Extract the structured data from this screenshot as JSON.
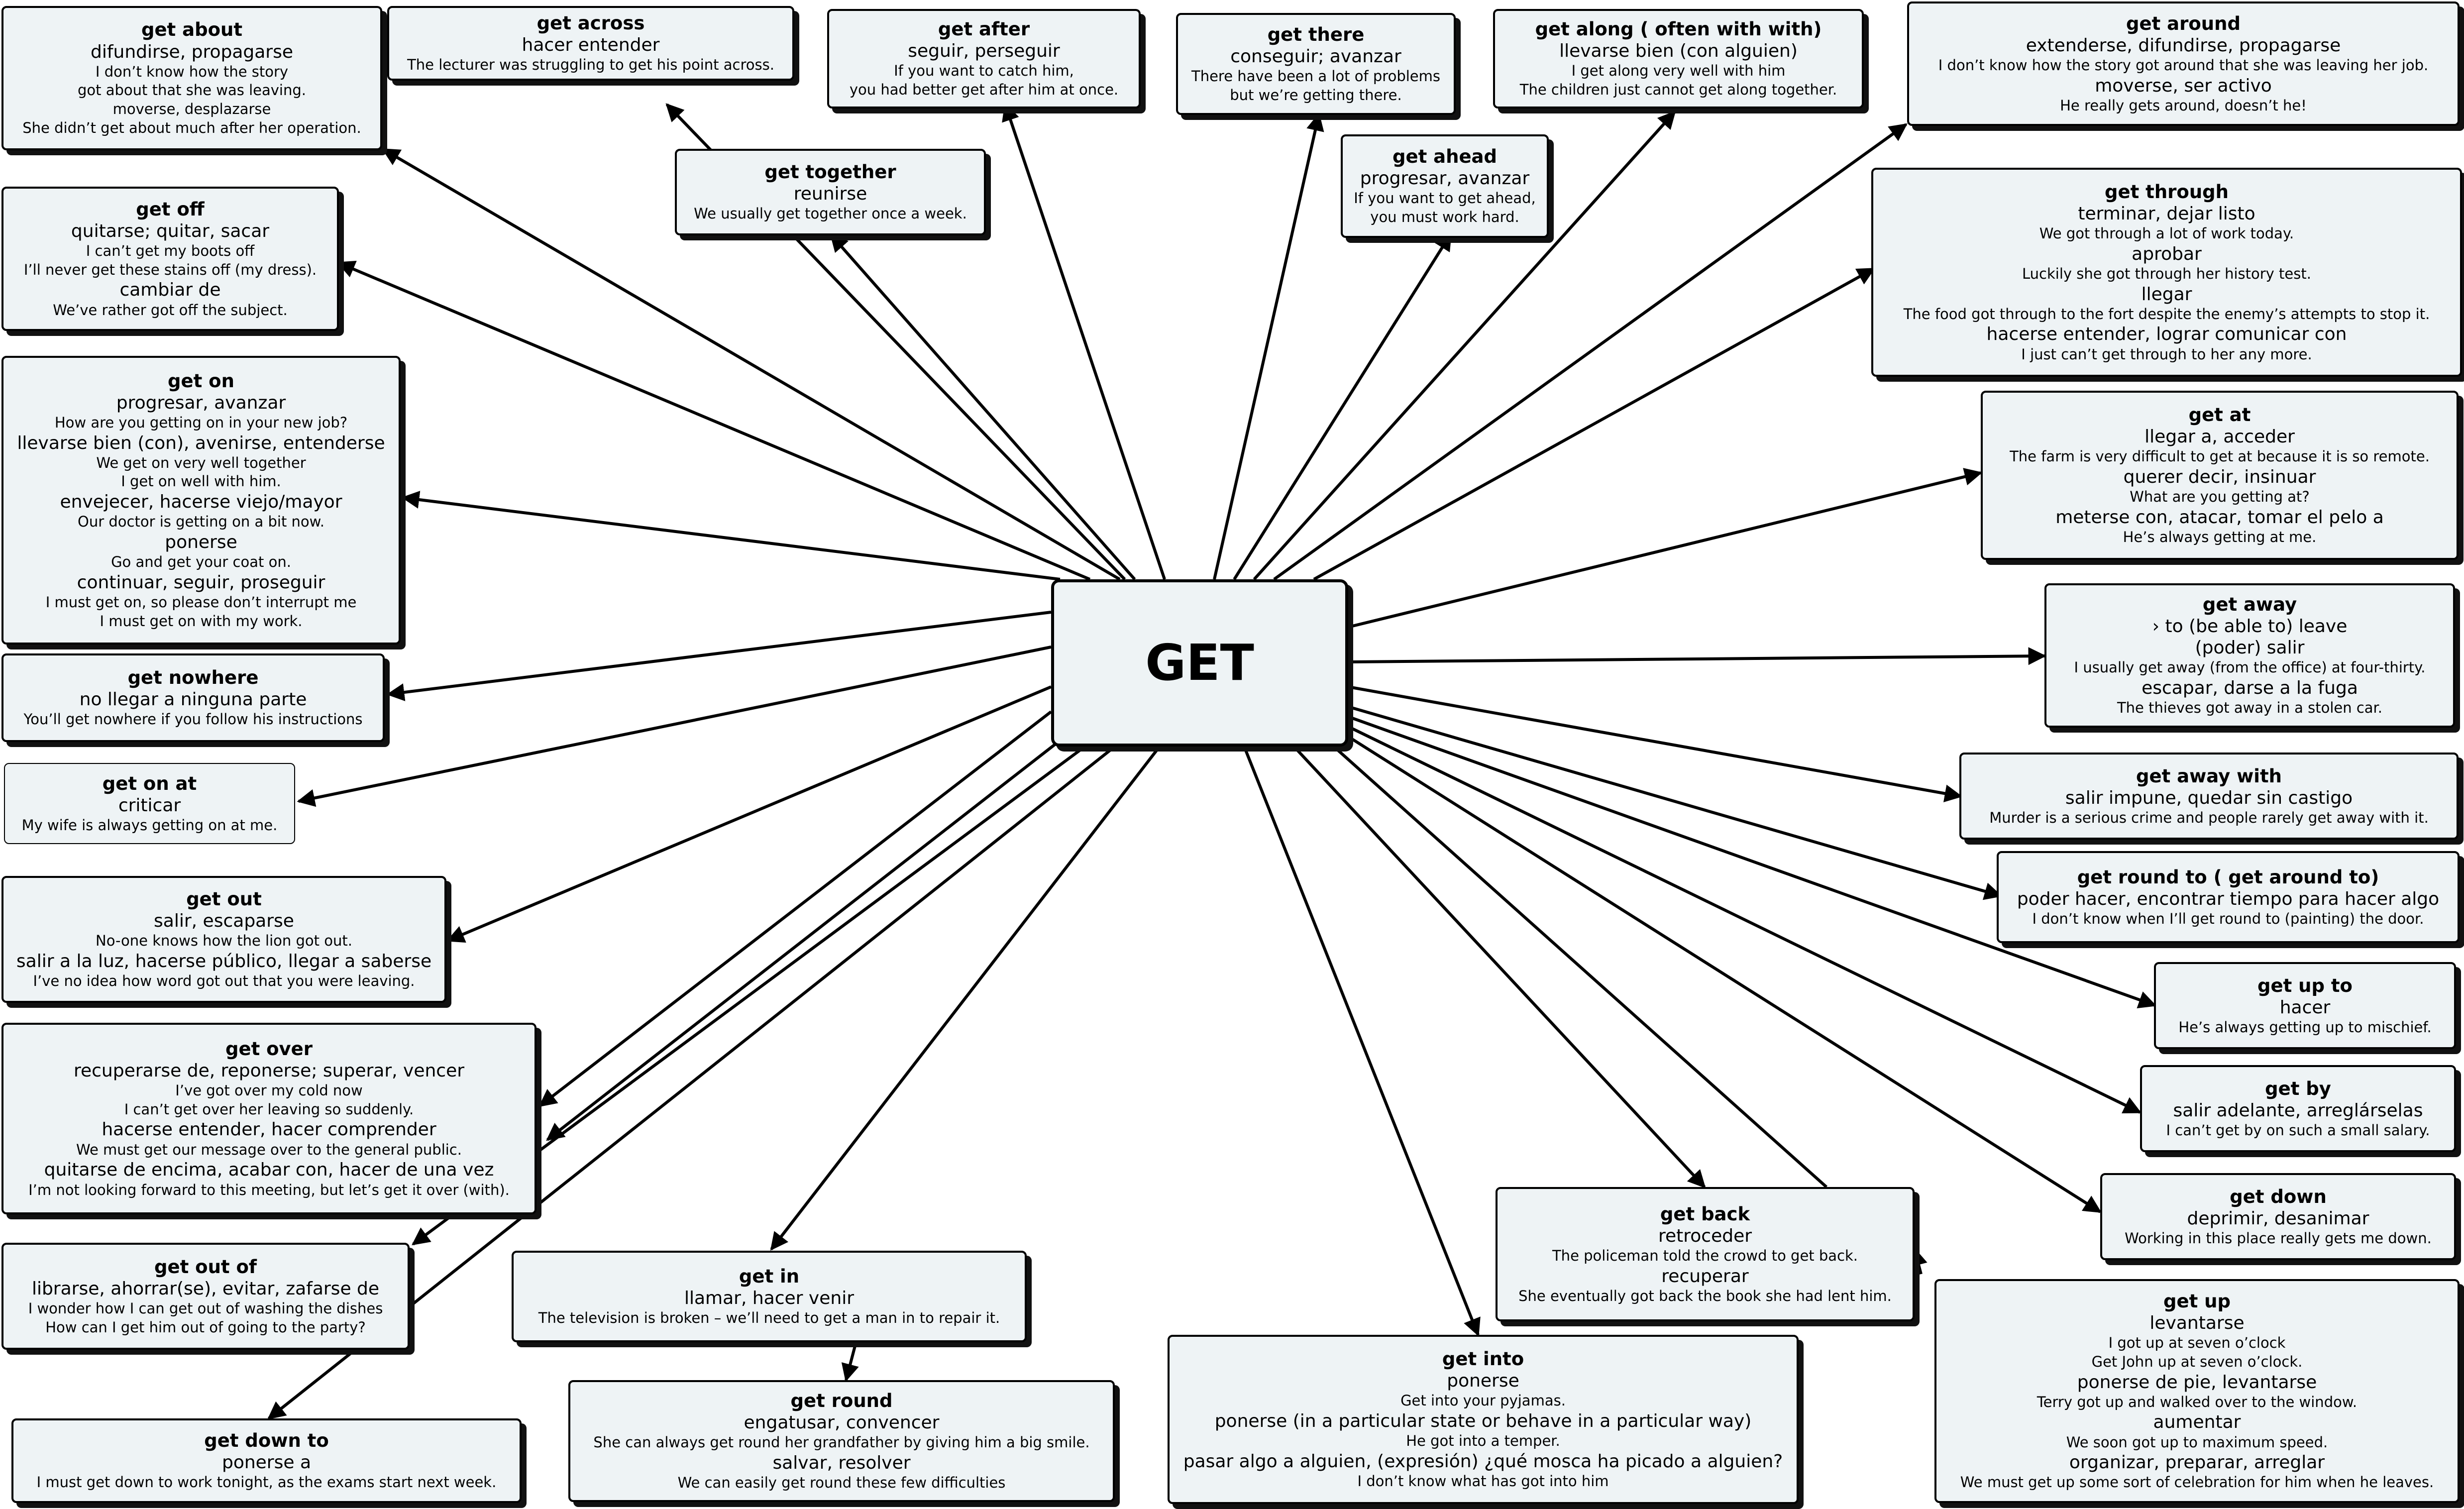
{
  "center": {
    "title": "GET"
  },
  "nodes": [
    {
      "id": "get-about",
      "title": "get about",
      "lines": [
        {
          "k": "m",
          "t": "difundirse, propagarse"
        },
        {
          "k": "e",
          "t": "I don’t know how the story"
        },
        {
          "k": "e",
          "t": "got about that she was leaving."
        },
        {
          "k": "e",
          "t": "moverse, desplazarse"
        },
        {
          "k": "e",
          "t": "She didn’t get about much after her operation."
        }
      ]
    },
    {
      "id": "get-across",
      "title": "get across",
      "lines": [
        {
          "k": "m",
          "t": "hacer entender"
        },
        {
          "k": "e",
          "t": "The lecturer was struggling to get his point across."
        }
      ]
    },
    {
      "id": "get-after",
      "title": "get after",
      "lines": [
        {
          "k": "m",
          "t": "seguir, perseguir"
        },
        {
          "k": "e",
          "t": "If you want to catch him,"
        },
        {
          "k": "e",
          "t": "you had better get after him at once."
        }
      ]
    },
    {
      "id": "get-there",
      "title": "get there",
      "lines": [
        {
          "k": "m",
          "t": "conseguir; avanzar"
        },
        {
          "k": "e",
          "t": "There have been a lot of problems"
        },
        {
          "k": "e",
          "t": "but we’re getting there."
        }
      ]
    },
    {
      "id": "get-along",
      "title": "get along ( often with with)",
      "lines": [
        {
          "k": "m",
          "t": "llevarse bien (con alguien)"
        },
        {
          "k": "e",
          "t": "I get along very well with him"
        },
        {
          "k": "e",
          "t": "The children just cannot get along together."
        }
      ]
    },
    {
      "id": "get-around",
      "title": "get around",
      "lines": [
        {
          "k": "m",
          "t": "extenderse, difundirse, propagarse"
        },
        {
          "k": "e",
          "t": "I don’t know how the story got around that she was leaving her job."
        },
        {
          "k": "m",
          "t": "moverse, ser activo"
        },
        {
          "k": "e",
          "t": "He really gets around, doesn’t he!"
        }
      ]
    },
    {
      "id": "get-together",
      "title": "get together",
      "lines": [
        {
          "k": "m",
          "t": "reunirse"
        },
        {
          "k": "e",
          "t": "We usually get together once a week."
        }
      ]
    },
    {
      "id": "get-ahead",
      "title": "get ahead",
      "lines": [
        {
          "k": "m",
          "t": "progresar, avanzar"
        },
        {
          "k": "e",
          "t": "If you want to get ahead,"
        },
        {
          "k": "e",
          "t": "you must work hard."
        }
      ]
    },
    {
      "id": "get-off",
      "title": "get off",
      "lines": [
        {
          "k": "m",
          "t": "quitarse; quitar, sacar"
        },
        {
          "k": "e",
          "t": "I can’t get my boots off"
        },
        {
          "k": "e",
          "t": "I’ll never get these stains off (my dress)."
        },
        {
          "k": "m",
          "t": "cambiar de"
        },
        {
          "k": "e",
          "t": "We’ve rather got off the subject."
        }
      ]
    },
    {
      "id": "get-through",
      "title": "get through",
      "lines": [
        {
          "k": "m",
          "t": "terminar, dejar listo"
        },
        {
          "k": "e",
          "t": "We got through a lot of work today."
        },
        {
          "k": "m",
          "t": "aprobar"
        },
        {
          "k": "e",
          "t": "Luckily she got through her history test."
        },
        {
          "k": "m",
          "t": "llegar"
        },
        {
          "k": "e",
          "t": "The food got through to the fort despite the enemy’s attempts to stop it."
        },
        {
          "k": "m",
          "t": "hacerse entender, lograr comunicar con"
        },
        {
          "k": "e",
          "t": "I just can’t get through to her any more."
        }
      ]
    },
    {
      "id": "get-on",
      "title": "get on",
      "lines": [
        {
          "k": "m",
          "t": "progresar, avanzar"
        },
        {
          "k": "e",
          "t": "How are you getting on in your new job?"
        },
        {
          "k": "m",
          "t": "llevarse bien (con), avenirse, entenderse"
        },
        {
          "k": "e",
          "t": "We get on very well together"
        },
        {
          "k": "e",
          "t": "I get on well with him."
        },
        {
          "k": "m",
          "t": "envejecer, hacerse viejo/mayor"
        },
        {
          "k": "e",
          "t": "Our doctor is getting on a bit now."
        },
        {
          "k": "m",
          "t": "ponerse"
        },
        {
          "k": "e",
          "t": "Go and get your coat on."
        },
        {
          "k": "m",
          "t": "continuar, seguir, proseguir"
        },
        {
          "k": "e",
          "t": "I must get on, so please don’t interrupt me"
        },
        {
          "k": "e",
          "t": "I must get on with my work."
        }
      ]
    },
    {
      "id": "get-at",
      "title": "get at",
      "lines": [
        {
          "k": "m",
          "t": "llegar a, acceder"
        },
        {
          "k": "e",
          "t": "The farm is very difficult to get at because it is so remote."
        },
        {
          "k": "m",
          "t": "querer decir, insinuar"
        },
        {
          "k": "e",
          "t": "What are you getting at?"
        },
        {
          "k": "m",
          "t": "meterse con, atacar, tomar el pelo a"
        },
        {
          "k": "e",
          "t": "He’s always getting at me."
        }
      ]
    },
    {
      "id": "get-away",
      "title": "get away",
      "lines": [
        {
          "k": "m",
          "t": "› to (be able to) leave"
        },
        {
          "k": "m",
          "t": "(poder) salir"
        },
        {
          "k": "e",
          "t": "I usually get away (from the office) at four-thirty."
        },
        {
          "k": "m",
          "t": "escapar, darse a la fuga"
        },
        {
          "k": "e",
          "t": "The thieves got away in a stolen car."
        }
      ]
    },
    {
      "id": "get-nowhere",
      "title": "get nowhere",
      "lines": [
        {
          "k": "m",
          "t": "no llegar a ninguna parte"
        },
        {
          "k": "e",
          "t": "You’ll get nowhere if you follow his instructions"
        }
      ]
    },
    {
      "id": "get-on-at",
      "title": "get on at",
      "lines": [
        {
          "k": "m",
          "t": "criticar"
        },
        {
          "k": "e",
          "t": "My wife is always getting on at me."
        }
      ]
    },
    {
      "id": "get-away-with",
      "title": "get away with",
      "lines": [
        {
          "k": "m",
          "t": "salir impune, quedar sin castigo"
        },
        {
          "k": "e",
          "t": "Murder is a serious crime and people rarely get away with it."
        }
      ]
    },
    {
      "id": "get-out",
      "title": "get out",
      "lines": [
        {
          "k": "m",
          "t": "salir, escaparse"
        },
        {
          "k": "e",
          "t": "No-one knows how the lion got out."
        },
        {
          "k": "m",
          "t": "salir a la luz, hacerse público, llegar a saberse"
        },
        {
          "k": "e",
          "t": "I’ve no idea how word got out that you were leaving."
        }
      ]
    },
    {
      "id": "get-round-to",
      "title": "get round to ( get around to)",
      "lines": [
        {
          "k": "m",
          "t": "poder hacer, encontrar tiempo para hacer algo"
        },
        {
          "k": "e",
          "t": "I don’t know when I’ll get round to (painting) the door."
        }
      ]
    },
    {
      "id": "get-up-to",
      "title": "get up to",
      "lines": [
        {
          "k": "m",
          "t": "hacer"
        },
        {
          "k": "e",
          "t": "He’s always getting up to mischief."
        }
      ]
    },
    {
      "id": "get-over",
      "title": "get over",
      "lines": [
        {
          "k": "m",
          "t": "recuperarse de, reponerse; superar, vencer"
        },
        {
          "k": "e",
          "t": "I’ve got over my cold now"
        },
        {
          "k": "e",
          "t": "I can’t get over her leaving so suddenly."
        },
        {
          "k": "m",
          "t": "hacerse entender, hacer comprender"
        },
        {
          "k": "e",
          "t": "We must get our message over to the general public."
        },
        {
          "k": "m",
          "t": "quitarse de encima, acabar con, hacer de una vez"
        },
        {
          "k": "e",
          "t": "I’m not looking forward to this meeting, but let’s get it over (with)."
        }
      ]
    },
    {
      "id": "get-by",
      "title": "get by",
      "lines": [
        {
          "k": "m",
          "t": "salir adelante, arreglárselas"
        },
        {
          "k": "e",
          "t": "I can’t get by on such a small salary."
        }
      ]
    },
    {
      "id": "get-down",
      "title": "get down",
      "lines": [
        {
          "k": "m",
          "t": "deprimir, desanimar"
        },
        {
          "k": "e",
          "t": "Working in this place really gets me down."
        }
      ]
    },
    {
      "id": "get-back",
      "title": "get back",
      "lines": [
        {
          "k": "m",
          "t": "retroceder"
        },
        {
          "k": "e",
          "t": "The policeman told the crowd to get back."
        },
        {
          "k": "m",
          "t": "recuperar"
        },
        {
          "k": "e",
          "t": "She eventually got back the book she had lent him."
        }
      ]
    },
    {
      "id": "get-out-of",
      "title": "get out of",
      "lines": [
        {
          "k": "m",
          "t": "librarse, ahorrar(se), evitar, zafarse de"
        },
        {
          "k": "e",
          "t": "I wonder how I can get out of washing the dishes"
        },
        {
          "k": "e",
          "t": "How can I get him out of going to the party?"
        }
      ]
    },
    {
      "id": "get-in",
      "title": "get in",
      "lines": [
        {
          "k": "m",
          "t": "llamar, hacer venir"
        },
        {
          "k": "e",
          "t": "The television is broken – we’ll need to get a man in to repair it."
        }
      ]
    },
    {
      "id": "get-up",
      "title": "get up",
      "lines": [
        {
          "k": "m",
          "t": "levantarse"
        },
        {
          "k": "e",
          "t": "I got up at seven o’clock"
        },
        {
          "k": "e",
          "t": "Get John up at seven o’clock."
        },
        {
          "k": "m",
          "t": "ponerse de pie, levantarse"
        },
        {
          "k": "e",
          "t": "Terry got up and walked over to the window."
        },
        {
          "k": "m",
          "t": "aumentar"
        },
        {
          "k": "e",
          "t": "We soon got up to maximum speed."
        },
        {
          "k": "m",
          "t": "organizar, preparar, arreglar"
        },
        {
          "k": "e",
          "t": "We must get up some sort of celebration for him when he leaves."
        }
      ]
    },
    {
      "id": "get-into",
      "title": "get into",
      "lines": [
        {
          "k": "m",
          "t": "ponerse"
        },
        {
          "k": "e",
          "t": "Get into your pyjamas."
        },
        {
          "k": "m",
          "t": "ponerse (in a particular state or behave in a particular way)"
        },
        {
          "k": "e",
          "t": "He got into a temper."
        },
        {
          "k": "m",
          "t": "pasar algo a alguien, (expresión) ¿qué mosca ha picado a alguien?"
        },
        {
          "k": "e",
          "t": "I don’t know what has got into him"
        }
      ]
    },
    {
      "id": "get-round",
      "title": "get round",
      "lines": [
        {
          "k": "m",
          "t": "engatusar, convencer"
        },
        {
          "k": "e",
          "t": "She can always get round her grandfather by giving him a big smile."
        },
        {
          "k": "m",
          "t": "salvar, resolver"
        },
        {
          "k": "e",
          "t": "We can easily get round these few difficulties"
        }
      ]
    },
    {
      "id": "get-down-to",
      "title": "get down to",
      "lines": [
        {
          "k": "m",
          "t": "ponerse a"
        },
        {
          "k": "e",
          "t": "I must get down to work tonight, as the exams start next week."
        }
      ]
    }
  ]
}
